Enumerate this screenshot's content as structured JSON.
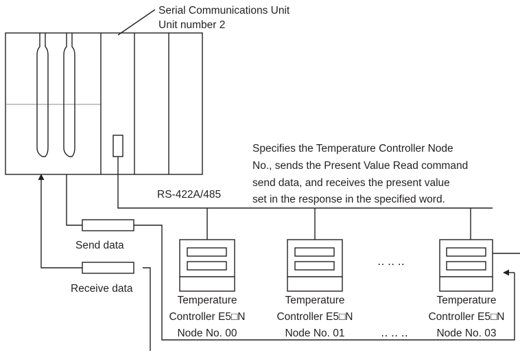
{
  "callout": {
    "unit_name": "Serial Communications Unit",
    "unit_number": "Unit number 2"
  },
  "description": {
    "lines": [
      "Specifies the Temperature Controller Node",
      "No., sends the Present Value Read command",
      "send data, and receives the present value",
      "set in the response in the specified word."
    ]
  },
  "bus_label": "RS-422A/485",
  "send_label": "Send data",
  "receive_label": "Receive data",
  "controllers": [
    {
      "line1": "Temperature",
      "line2": "Controller E5□N",
      "node": "Node No. 00"
    },
    {
      "line1": "Temperature",
      "line2": "Controller E5□N",
      "node": "Node No. 01"
    },
    {
      "line1": "Temperature",
      "line2": "Controller E5□N",
      "node": "Node No. 03"
    }
  ],
  "ellipsis_top": "‥ ‥ ‥",
  "ellipsis_bottom": "‥ ‥ ‥"
}
